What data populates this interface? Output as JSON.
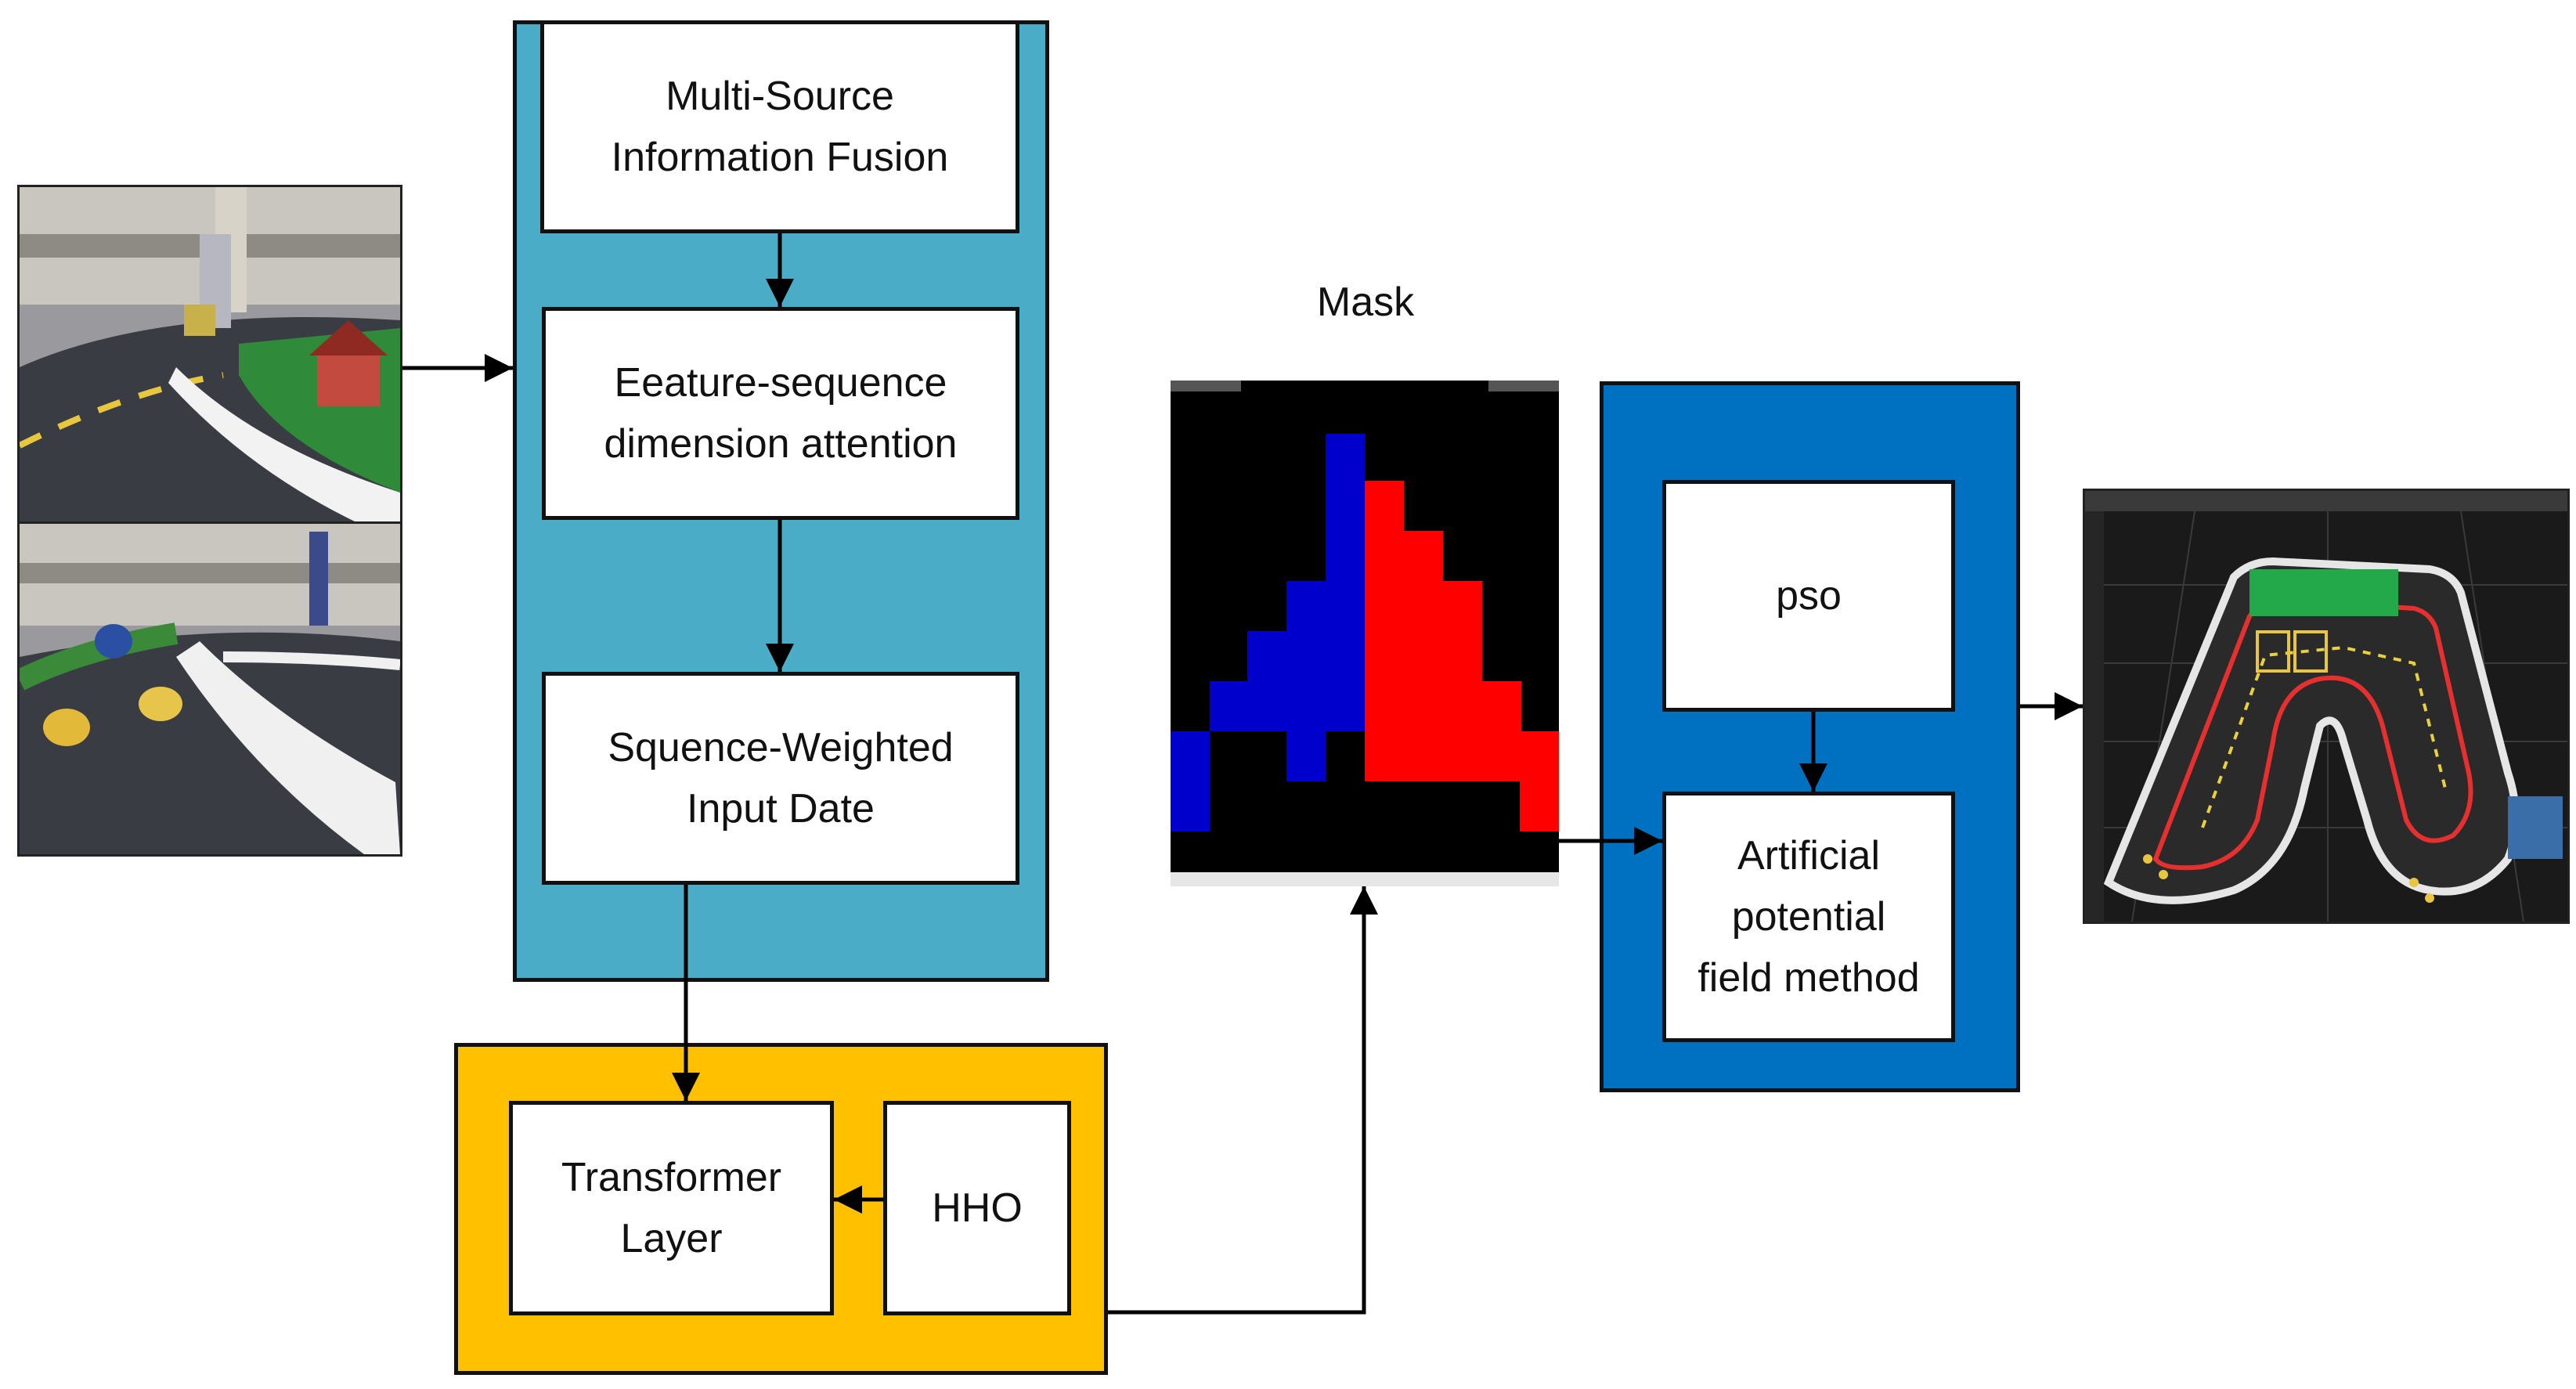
{
  "colors": {
    "fusion_panel": "#4aacc6",
    "optimizer_panel": "#ffc000",
    "planner_panel": "#0070c0",
    "mask_blue": "#0000cc",
    "mask_red": "#ff0000",
    "arrow": "#000000"
  },
  "boxes": {
    "fusion": "Multi-Source\nInformation Fusion",
    "attention": "Eeature-sequence\ndimension attention",
    "weighted": "Squence-Weighted\nInput Date",
    "transformer": "Transformer\nLayer",
    "hho": "HHO",
    "pso": "pso",
    "apf": "Artificial\npotential\nfield method"
  },
  "mask_label": "Mask",
  "images": {
    "camera_top": "camera-view-road-with-house",
    "camera_bottom": "camera-view-road-with-ducks",
    "simulation": "simulated-track-with-planned-path"
  }
}
